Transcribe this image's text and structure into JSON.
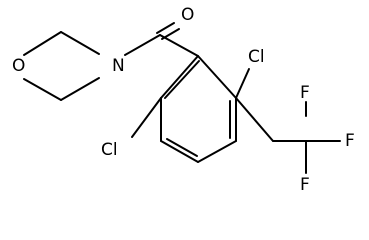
{
  "molecule": {
    "atoms": {
      "carbonyl_o": "O",
      "amide_n": "N",
      "ring_o": "O",
      "cl_top": "Cl",
      "cl_left": "Cl",
      "f_top": "F",
      "f_right": "F",
      "f_bottom": "F"
    }
  },
  "colors": {
    "bond": "#000000",
    "label": "#000000",
    "background": "#ffffff"
  }
}
